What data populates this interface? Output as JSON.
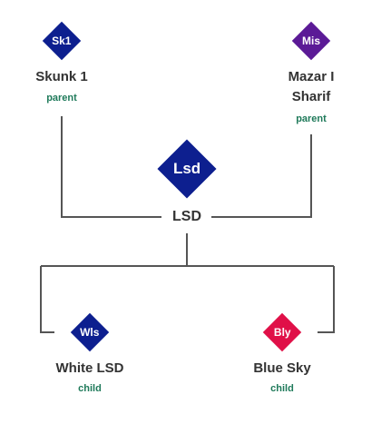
{
  "parents": [
    {
      "abbr": "Sk1",
      "name": "Skunk 1",
      "role": "parent",
      "color": "#0d1f8f"
    },
    {
      "abbr": "Mis",
      "name_line1": "Mazar I",
      "name_line2": "Sharif",
      "role": "parent",
      "color": "#5b1a96"
    }
  ],
  "strain": {
    "abbr": "Lsd",
    "name": "LSD",
    "color": "#0d1f8f"
  },
  "children": [
    {
      "abbr": "Wls",
      "name": "White LSD",
      "role": "child",
      "color": "#0d1f8f"
    },
    {
      "abbr": "Bly",
      "name": "Blue Sky",
      "role": "child",
      "color": "#e01048"
    }
  ],
  "line_color": "#555555"
}
